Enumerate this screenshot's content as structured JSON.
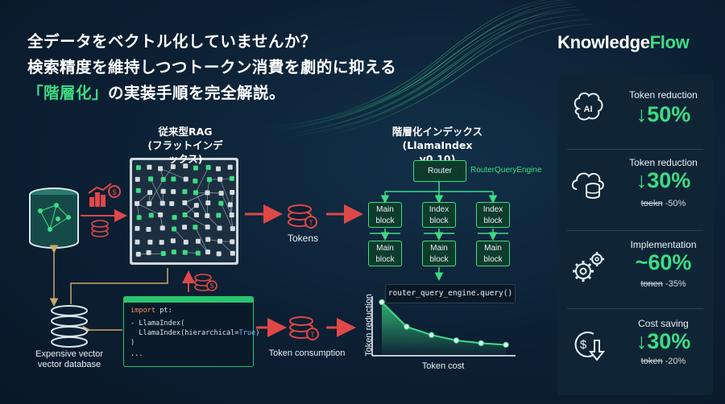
{
  "headline": {
    "line1": "全データをベクトル化していませんか？",
    "line2": "検索精度を維持しつつトークン消費を劇的に抑える",
    "line3_highlight": "「階層化」",
    "line3_rest": "の実装手順を完全解説。"
  },
  "brand": {
    "part1": "Knowledge",
    "part2": "Flow"
  },
  "flat_rag": {
    "title_line1": "従来型RAG",
    "title_line2": "(フラットインデックス)"
  },
  "hier_index": {
    "title_line1": "階層化インデックス",
    "title_line2": "(LlamaIndex v0.10)"
  },
  "labels": {
    "tokens": "Tokens",
    "token_consumption": "Token consumption",
    "vector_db_line1": "Expensive vector",
    "vector_db_line2": "vector database",
    "router_engine": "RouterQueryEngine"
  },
  "tree": {
    "router": "Router",
    "mid_nodes": [
      {
        "line1": "Main",
        "line2": "block"
      },
      {
        "line1": "Index",
        "line2": "block"
      },
      {
        "line1": "Index",
        "line2": "block"
      }
    ],
    "leaf_nodes": [
      {
        "line1": "Main",
        "line2": "block"
      },
      {
        "line1": "Main",
        "line2": "block"
      },
      {
        "line1": "Main",
        "line2": "block"
      }
    ]
  },
  "code": {
    "line1_kw": "import",
    "line1_rest": " pt:",
    "line2": "- LlamaIndex(",
    "line3_pre": "  LlamaIndex(hierarchical=",
    "line3_val": "True",
    "line3_post": ")",
    "line4": ")",
    "line5": "..."
  },
  "query": "router_query_engine.query()",
  "chart": {
    "xlabel": "Token cost",
    "ylabel": "Token reduction"
  },
  "chart_data": {
    "type": "area",
    "xlabel": "Token cost",
    "ylabel": "Token reduction",
    "x": [
      1,
      2,
      3,
      4,
      5,
      6
    ],
    "values": [
      95,
      50,
      35,
      25,
      20,
      17
    ]
  },
  "metrics": [
    {
      "label": "Token reduction",
      "value": "↓50%",
      "sub_strike": "",
      "sub_rest": "",
      "icon": "ai-brain-icon"
    },
    {
      "label": "Token reduction",
      "value": "↓30%",
      "sub_strike": "toekn",
      "sub_rest": " -50%",
      "icon": "cloud-database-icon"
    },
    {
      "label": "Implementation",
      "value": "~60%",
      "sub_strike": "tonen",
      "sub_rest": " -35%",
      "icon": "gears-icon"
    },
    {
      "label": "Cost saving",
      "value": "↓30%",
      "sub_strike": "token",
      "sub_rest": " -20%",
      "icon": "dollar-down-icon"
    }
  ],
  "colors": {
    "accent_green": "#3ddc84",
    "accent_red": "#e04848",
    "bg": "#0c1f33",
    "gold": "#c9a86a"
  }
}
